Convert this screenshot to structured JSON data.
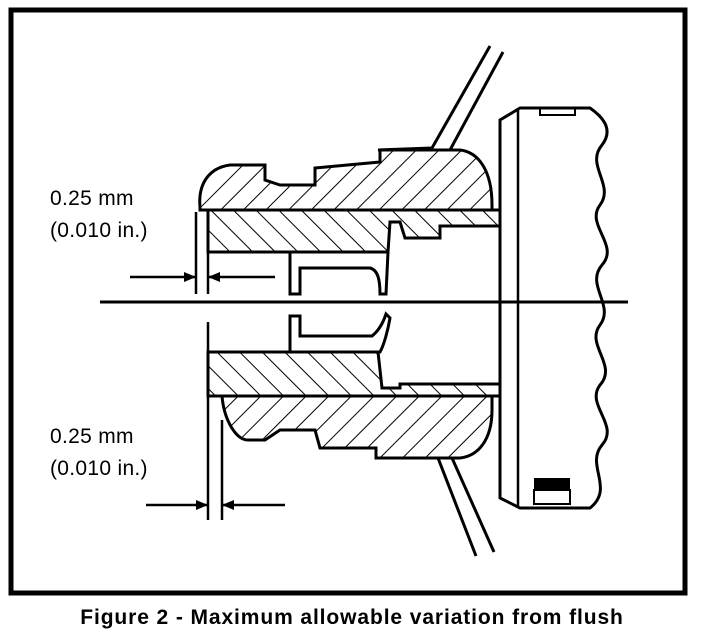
{
  "dimensions": {
    "top": {
      "metric": "0.25 mm",
      "imperial": "(0.010 in.)"
    },
    "bottom": {
      "metric": "0.25 mm",
      "imperial": "(0.010 in.)"
    }
  },
  "caption": "Figure 2 - Maximum allowable variation from flush"
}
